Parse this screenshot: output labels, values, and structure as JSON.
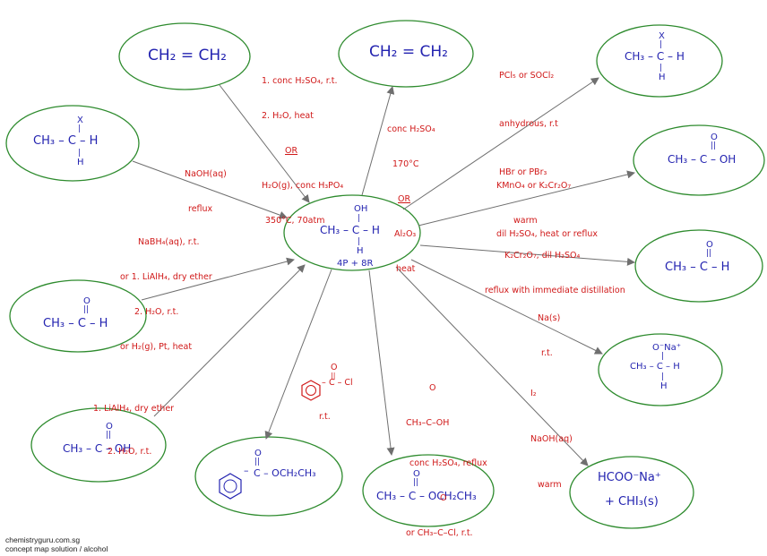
{
  "center": {
    "oh": "OH",
    "formula": "CH₃ – C – H",
    "h": "H",
    "count": "4P + 8R"
  },
  "nodes": {
    "ethene_left": "CH₂ = CH₂",
    "ethene_top": "CH₂ = CH₂",
    "haloalkane_left": {
      "x": "X",
      "formula": "CH₃ – C – H",
      "h": "H"
    },
    "haloalkane_right": {
      "x": "X",
      "formula": "CH₃ – C – H",
      "h": "H"
    },
    "ketone_left": {
      "o": "O",
      "formula": "CH₃ – C – H"
    },
    "acid_left": {
      "o": "O",
      "formula": "CH₃ – C – OH"
    },
    "acid_right": {
      "o": "O",
      "formula": "CH₃ – C – OH"
    },
    "aldehyde_right": {
      "o": "O",
      "formula": "CH₃ – C – H"
    },
    "alkoxide": {
      "o": "O⁻Na⁺",
      "formula": "CH₃ – C – H",
      "h": "H"
    },
    "carboxylate": {
      "line1": "HCOO⁻Na⁺",
      "line2": "+ CHI₃(s)"
    },
    "ester_ethyl": {
      "o": "O",
      "formula": "CH₃ – C – OCH₂CH₃"
    },
    "ester_benzoate": {
      "o": "O",
      "formula": "C – OCH₂CH₃"
    }
  },
  "conditions": {
    "hydration": [
      "1. conc H₂SO₄, r.t.",
      "2. H₂O, heat",
      "OR",
      "H₂O(g), conc H₃PO₄",
      "350°C, 70atm"
    ],
    "dehydration": [
      "conc H₂SO₄",
      "170°C",
      "OR",
      "Al₂O₃",
      "heat"
    ],
    "halogenation": [
      "PCl₅ or SOCl₂",
      "anhydrous, r.t",
      "HBr or PBr₃",
      "warm"
    ],
    "hydrolysis": [
      "NaOH(aq)",
      "reflux"
    ],
    "oxidation_acid": [
      "KMnO₄ or K₂Cr₂O₇",
      "dil H₂SO₄, heat or reflux"
    ],
    "reduction_ketone": [
      "NaBH₄(aq), r.t.",
      "or 1. LiAlH₄, dry ether",
      "2. H₂O, r.t.",
      "or H₂(g), Pt, heat"
    ],
    "oxidation_aldehyde": [
      "K₂Cr₂O₇, dil H₂SO₄",
      "reflux with immediate distillation"
    ],
    "sodium": [
      "Na(s)",
      "r.t."
    ],
    "iodoform": [
      "I₂",
      "NaOH(aq)",
      "warm"
    ],
    "reduction_acid": [
      "1. LiAlH₄, dry ether",
      "2. H₂O, r.t."
    ],
    "benzoyl": {
      "o": "O",
      "formula": "C – Cl",
      "rt": "r.t."
    },
    "esterification": [
      "O",
      "CH₃–C–OH",
      "conc H₂SO₄, reflux",
      "O",
      "or CH₃–C–Cl, r.t."
    ]
  },
  "footer": {
    "site": "chemistryguru.com.sg",
    "caption": "concept map solution / alcohol"
  },
  "colors": {
    "node": "#2e8b2e",
    "chemical": "#2323b0",
    "condition": "#d01818",
    "arrow": "#6f6f6f"
  }
}
